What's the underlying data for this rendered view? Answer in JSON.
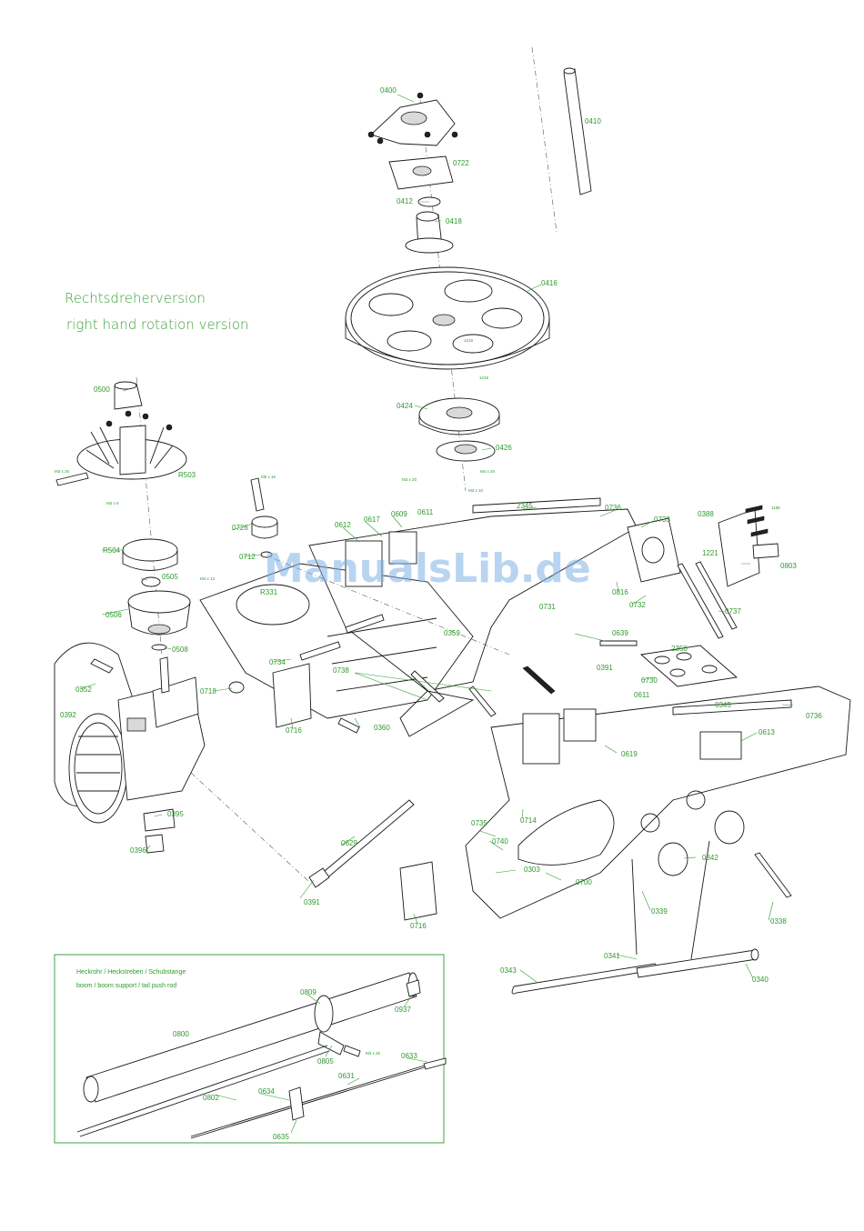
{
  "headline": {
    "line1": "Rechtsdreherversion",
    "line2": "right hand rotation version"
  },
  "watermark": "ManualsLib.de",
  "inset": {
    "title_de": "Heckrohr / Heckstreben / Schubstange",
    "title_en": "boom / boom support / tail push rod",
    "labels": [
      "0809",
      "0937",
      "0800",
      "0805",
      "M3 x 25",
      "0633",
      "0631",
      "0634",
      "0802",
      "0635"
    ]
  },
  "part_labels": {
    "p0400": "0400",
    "p0410": "0410",
    "p0722": "0722",
    "p0412": "0412",
    "p0418": "0418",
    "p0416": "0416",
    "p0424": "0424",
    "p0426": "0426",
    "p1219a": "1219",
    "p1219b": "1219",
    "p0500": "0500",
    "pR503": "R503",
    "pM3x25": "M3 x 25",
    "pM3x8": "M3 x 8",
    "pR504": "R504",
    "p0505": "0505",
    "p0506": "0506",
    "p0508": "0508",
    "pM4x12": "M4 x 12",
    "p0726": "0726",
    "pM5x16": "M5 x 16",
    "p0712": "0712",
    "pR331": "R331",
    "p0612": "0612",
    "p0617": "0617",
    "p0609": "0609",
    "p0611a": "0611",
    "p2345": "2345",
    "p0736a": "0736",
    "p0733": "0733",
    "p0388": "0388",
    "p1221": "1221",
    "p0803": "0803",
    "p0816": "0816",
    "p0732": "0732",
    "p0737": "0737",
    "p0359": "0359",
    "p0731": "0731",
    "p0639": "0639",
    "p0391a": "0391",
    "p2350": "2350",
    "p0730": "0730",
    "p0611b": "0611",
    "p0345": "0345",
    "p0736b": "0736",
    "p0613": "0613",
    "p0619": "0619",
    "p0718": "0718",
    "p0734": "0734",
    "p0738": "0738",
    "p0716a": "0716",
    "p0360": "0360",
    "p0352": "0352",
    "p0392": "0392",
    "p0395": "0395",
    "p0396": "0396",
    "p0629": "0629",
    "p0391b": "0391",
    "p0735": "0735",
    "p0740": "0740",
    "p0714": "0714",
    "p0303": "0303",
    "p0700": "0700",
    "p0342": "0342",
    "p0338": "0338",
    "p0339": "0339",
    "p0716b": "0716",
    "p0341": "0341",
    "p0343": "0343",
    "p0340": "0340",
    "pM3x10a": "M3 x 10",
    "pM3x20": "M3 x 20",
    "pM4x20": "M4 x 20",
    "p1198": "1198"
  }
}
